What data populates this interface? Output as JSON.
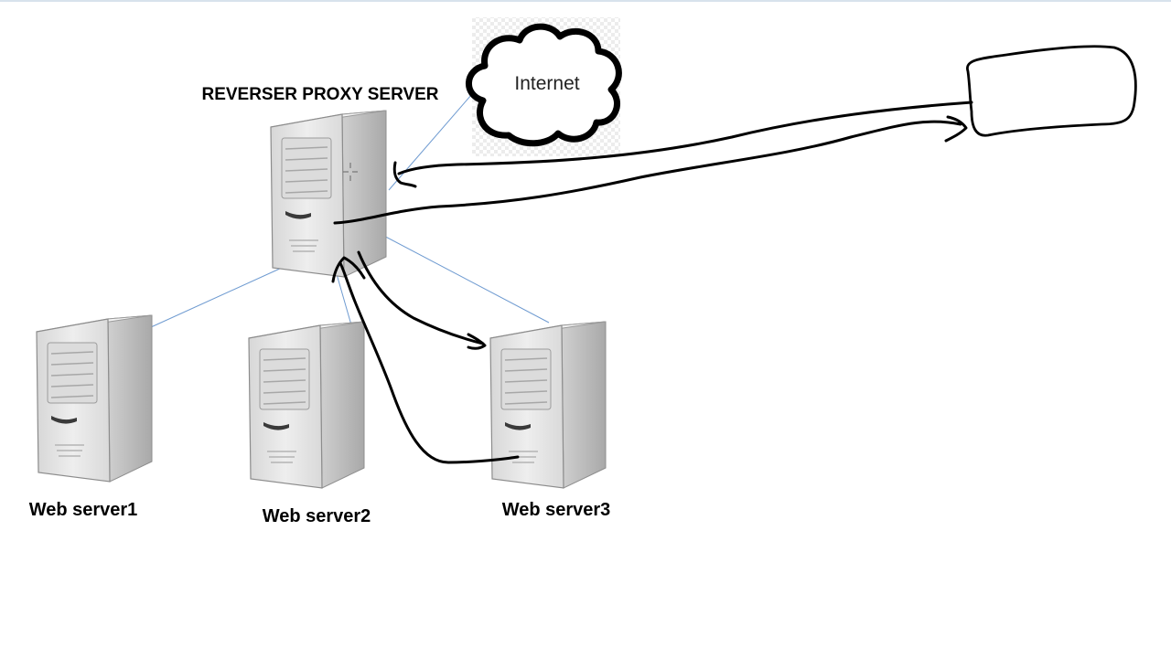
{
  "diagram": {
    "proxy_label": "REVERSER PROXY SERVER",
    "internet_label": "Internet",
    "web_servers": [
      {
        "label": "Web server1"
      },
      {
        "label": "Web server2"
      },
      {
        "label": "Web server3"
      }
    ]
  },
  "colors": {
    "connector": "#6f9bd1",
    "ink": "#000000",
    "server_face": "#e4e4e4",
    "server_side": "#c9c9c9",
    "server_top": "#f2f2f2"
  },
  "icons": {
    "server": "server-tower-icon",
    "cloud": "cloud-icon",
    "client": "client-device-sketch"
  }
}
